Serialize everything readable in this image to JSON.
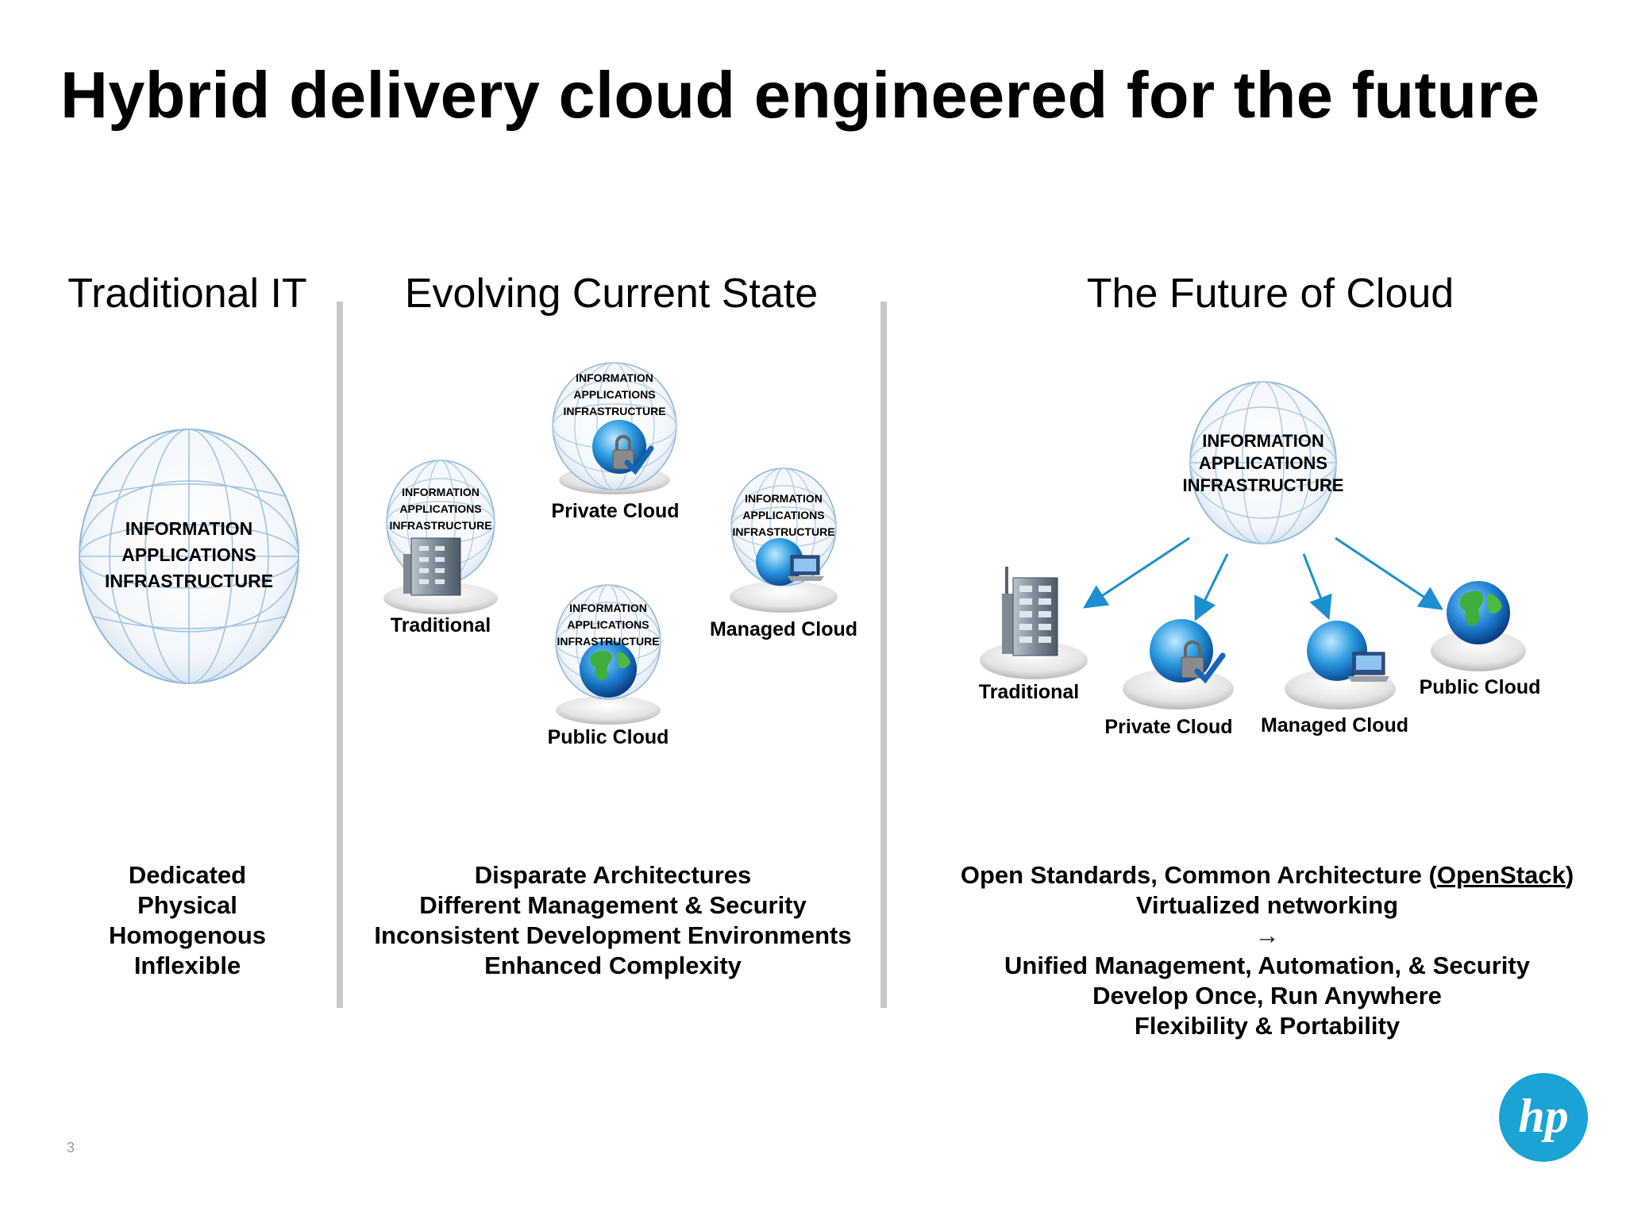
{
  "title": "Hybrid delivery cloud engineered for the future",
  "columns": {
    "traditional_it": {
      "heading": "Traditional IT",
      "globe_lines": [
        "INFORMATION",
        "APPLICATIONS",
        "INFRASTRUCTURE"
      ],
      "bullets": [
        "Dedicated",
        "Physical",
        "Homogenous",
        "Inflexible"
      ]
    },
    "evolving": {
      "heading": "Evolving Current State",
      "globes": {
        "private": {
          "lines": [
            "INFORMATION",
            "APPLICATIONS",
            "INFRASTRUCTURE"
          ],
          "label": "Private Cloud",
          "icon": "lock-check-icon"
        },
        "traditional": {
          "lines": [
            "INFORMATION",
            "APPLICATIONS",
            "INFRASTRUCTURE"
          ],
          "label": "Traditional",
          "icon": "building-icon"
        },
        "managed": {
          "lines": [
            "INFORMATION",
            "APPLICATIONS",
            "INFRASTRUCTURE"
          ],
          "label": "Managed Cloud",
          "icon": "laptop-icon"
        },
        "public": {
          "lines": [
            "INFORMATION",
            "APPLICATIONS",
            "INFRASTRUCTURE"
          ],
          "label": "Public Cloud",
          "icon": "earth-icon"
        }
      },
      "bullets": [
        "Disparate Architectures",
        "Different Management & Security",
        "Inconsistent Development Environments",
        "Enhanced Complexity"
      ]
    },
    "future": {
      "heading": "The Future of Cloud",
      "globe_lines": [
        "INFORMATION",
        "APPLICATIONS",
        "INFRASTRUCTURE"
      ],
      "nodes": {
        "traditional": "Traditional",
        "private": "Private Cloud",
        "managed": "Managed Cloud",
        "public": "Public Cloud"
      },
      "bullets": {
        "line1_prefix": "Open Standards, Common Architecture (",
        "line1_link": "OpenStack",
        "line1_suffix": ")",
        "line2": "Virtualized networking",
        "arrow": "→",
        "line4": "Unified Management, Automation, & Security",
        "line5": "Develop Once, Run Anywhere",
        "line6": "Flexibility & Portability"
      }
    }
  },
  "page_number": "3",
  "logo": {
    "text": "hp",
    "color": "#1aa3d4"
  },
  "colors": {
    "arrow": "#1b8fd0",
    "divider": "#c8c8c8",
    "globe_grid": "#8cb6d8"
  }
}
